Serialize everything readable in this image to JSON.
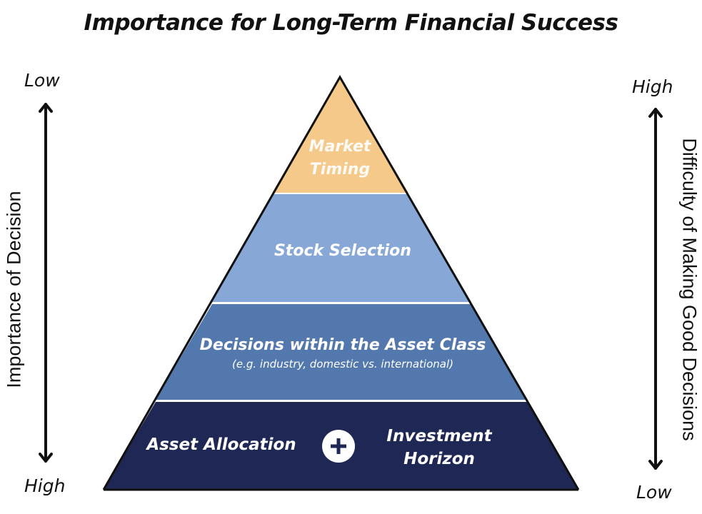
{
  "title": "Importance for Long-Term Financial Success",
  "left_axis": {
    "label": "Importance of Decision",
    "top": "Low",
    "bottom": "High"
  },
  "right_axis": {
    "label": "Difficulty of Making Good Decisions",
    "top": "High",
    "bottom": "Low"
  },
  "tiers": [
    {
      "line1": "Market",
      "line2": "Timing",
      "color": "#f4c98a"
    },
    {
      "line1": "Stock Selection",
      "color": "#87a8d6"
    },
    {
      "line1": "Decisions within the Asset Class",
      "sub": "(e.g. industry, domestic vs. international)",
      "color": "#5278ad"
    },
    {
      "left": "Asset Allocation",
      "plus": "+",
      "right_line1": "Investment",
      "right_line2": "Horizon",
      "color": "#1f2755"
    }
  ]
}
